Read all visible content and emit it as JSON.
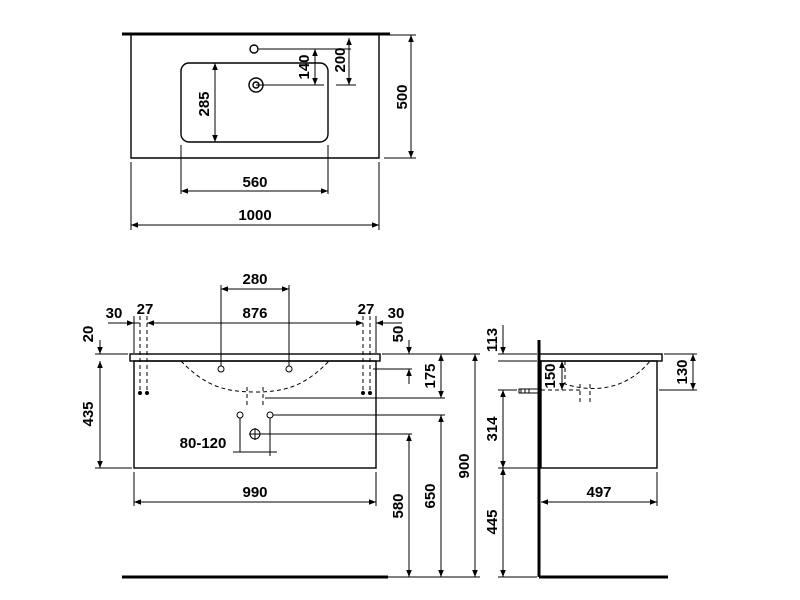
{
  "top_view": {
    "hole_offset": "200",
    "drain_offset": "140",
    "total_depth": "500",
    "bowl_depth": "285",
    "bowl_width": "560",
    "total_width": "1000"
  },
  "front_view": {
    "hole_spacing": "280",
    "left_edge_a": "30",
    "left_edge_b": "27",
    "bracket_span": "876",
    "right_edge_b": "27",
    "right_edge_a": "30",
    "top_thickness": "20",
    "top_to_bracket": "50",
    "cabinet_height": "435",
    "drain_depth": "175",
    "waste_range": "80-120",
    "cabinet_width": "990",
    "drain_height": "580",
    "bracket_height": "650",
    "overall_height": "900"
  },
  "side_view": {
    "top_offset": "113",
    "trap_depth": "150",
    "side_drain": "130",
    "mid_height": "314",
    "floor_height": "445",
    "cabinet_depth": "497"
  }
}
